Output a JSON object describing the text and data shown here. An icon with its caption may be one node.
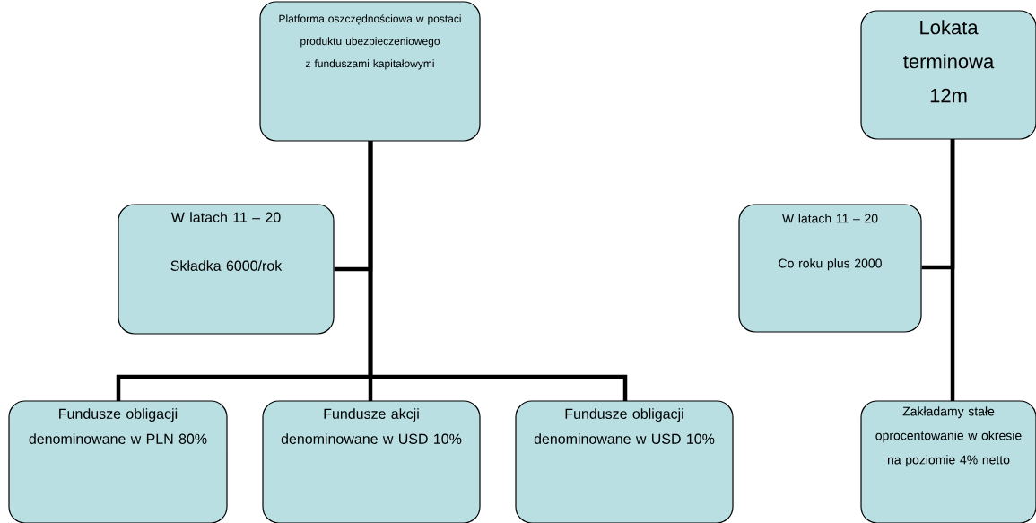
{
  "diagram": {
    "nodes": [
      {
        "text": [
          "Platforma oszczędnościowa w postaci produktu ubezpieczeniowego z funduszami kapitałowymi"
        ]
      },
      {
        "text": [
          "W latach 11 – 20",
          "Składka 6000/rok"
        ]
      },
      {
        "text": [
          "Fundusze obligacji denominowane w PLN 80%"
        ]
      },
      {
        "text": [
          "Fundusze akcji denominowane w USD 10%"
        ]
      },
      {
        "text": [
          "Fundusze obligacji denominowane w USD 10%"
        ]
      },
      {
        "text": [
          "Lokata terminowa 12m"
        ]
      },
      {
        "text": [
          "W latach 11 – 20",
          "Co roku plus 2000"
        ]
      },
      {
        "text": [
          "Zakładamy stałe oprocentowanie w okresie na poziomie 4% netto"
        ]
      }
    ],
    "edges": [
      {
        "from": 0,
        "to": 1,
        "arrow": "none"
      },
      {
        "from": 0,
        "to": 2,
        "arrow": "none"
      },
      {
        "from": 0,
        "to": 3,
        "arrow": "none"
      },
      {
        "from": 0,
        "to": 4,
        "arrow": "none"
      },
      {
        "from": 5,
        "to": 6,
        "arrow": "none"
      },
      {
        "from": 5,
        "to": 7,
        "arrow": "none"
      }
    ]
  }
}
